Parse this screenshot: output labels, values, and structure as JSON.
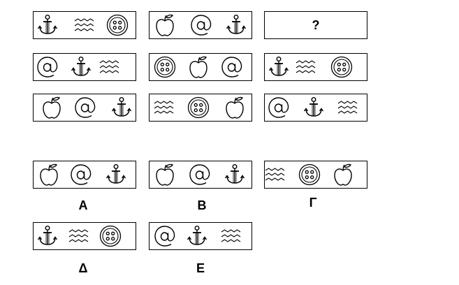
{
  "question_mark": "?",
  "puzzle_grid": [
    [
      "anchor",
      "waves",
      "button"
    ],
    [
      "apple",
      "at",
      "anchor"
    ],
    [
      "question"
    ],
    [
      "at",
      "anchor",
      "waves"
    ],
    [
      "button",
      "apple",
      "at"
    ],
    [
      "anchor",
      "waves",
      "button"
    ],
    [
      "apple",
      "at",
      "anchor"
    ],
    [
      "waves",
      "button",
      "apple"
    ],
    [
      "at",
      "anchor",
      "waves"
    ]
  ],
  "answer_options": [
    {
      "label": "Α",
      "symbols": [
        "apple",
        "at",
        "anchor"
      ]
    },
    {
      "label": "Β",
      "symbols": [
        "apple",
        "at",
        "anchor"
      ]
    },
    {
      "label": "Γ",
      "symbols": [
        "waves",
        "button",
        "apple"
      ]
    },
    {
      "label": "Δ",
      "symbols": [
        "anchor",
        "waves",
        "button"
      ]
    },
    {
      "label": "Ε",
      "symbols": [
        "at",
        "anchor",
        "waves"
      ]
    }
  ]
}
